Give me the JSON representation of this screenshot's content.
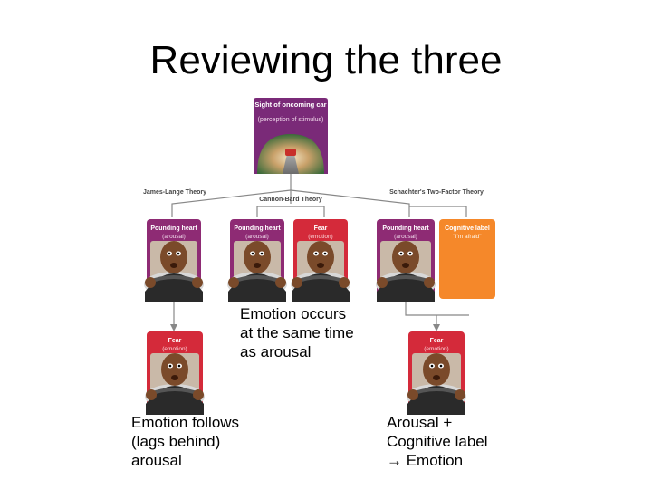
{
  "title": "Reviewing the three",
  "stimulus": {
    "heading": "Sight of oncoming car",
    "sub": "(perception of stimulus)"
  },
  "theories": {
    "james_lange": "James-Lange Theory",
    "cannon_bard": "Cannon-Bard Theory",
    "schachter": "Schachter's Two-Factor Theory"
  },
  "cards": {
    "pounding_heart": "Pounding heart",
    "arousal": "(arousal)",
    "fear": "Fear",
    "emotion": "(emotion)",
    "cognitive_label": "Cognitive label",
    "im_afraid": "\"I'm afraid\""
  },
  "captions": {
    "cannon_bard": "Emotion occurs\nat the same time\nas arousal",
    "james_lange": "Emotion follows\n(lags behind)\narousal",
    "schachter": "Arousal +\nCognitive label\n→ Emotion"
  },
  "colors": {
    "card_purple": "#8e2b74",
    "card_red": "#d42a3a",
    "card_orange": "#f5882a",
    "stimulus_purple": "#7a2a78"
  }
}
